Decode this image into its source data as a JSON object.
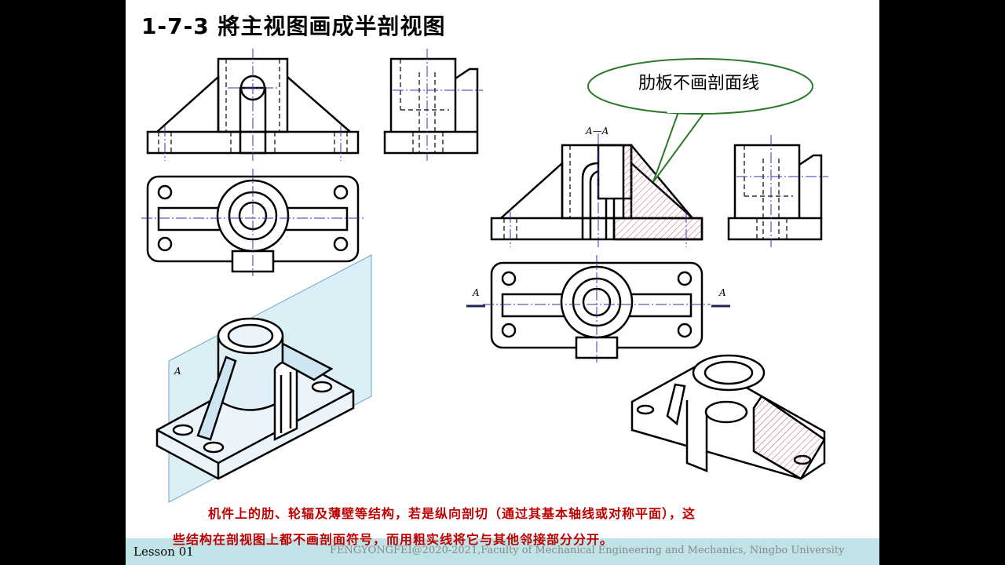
{
  "slide": {
    "title": "1-7-3 將主视图画成半剖视图",
    "callout": "肋板不画剖面线",
    "section_label": "A—A",
    "plane_label": "A",
    "cut_label_left": "A",
    "cut_label_right": "A",
    "caption_line1": "机件上的肋、轮辐及薄壁等结构，若是纵向剖切（通过其基本轴线或对称平面），这",
    "caption_line2": "些结构在剖视图上都不画剖面符号，而用粗实线将它与其他邻接部分分开。",
    "footer_lesson": "Lesson 01",
    "footer_credit": "FENGYONGFEI@2020-2021,Faculty of Mechanical Engineering and Mechanics, Ningbo University"
  },
  "colors": {
    "callout_fill": "#ffffff",
    "callout_stroke": "#2a7a2a",
    "hatch": "#c0508a",
    "plane": "#bfe0ee",
    "caption": "#c00000",
    "footer": "#bfe3e6"
  }
}
